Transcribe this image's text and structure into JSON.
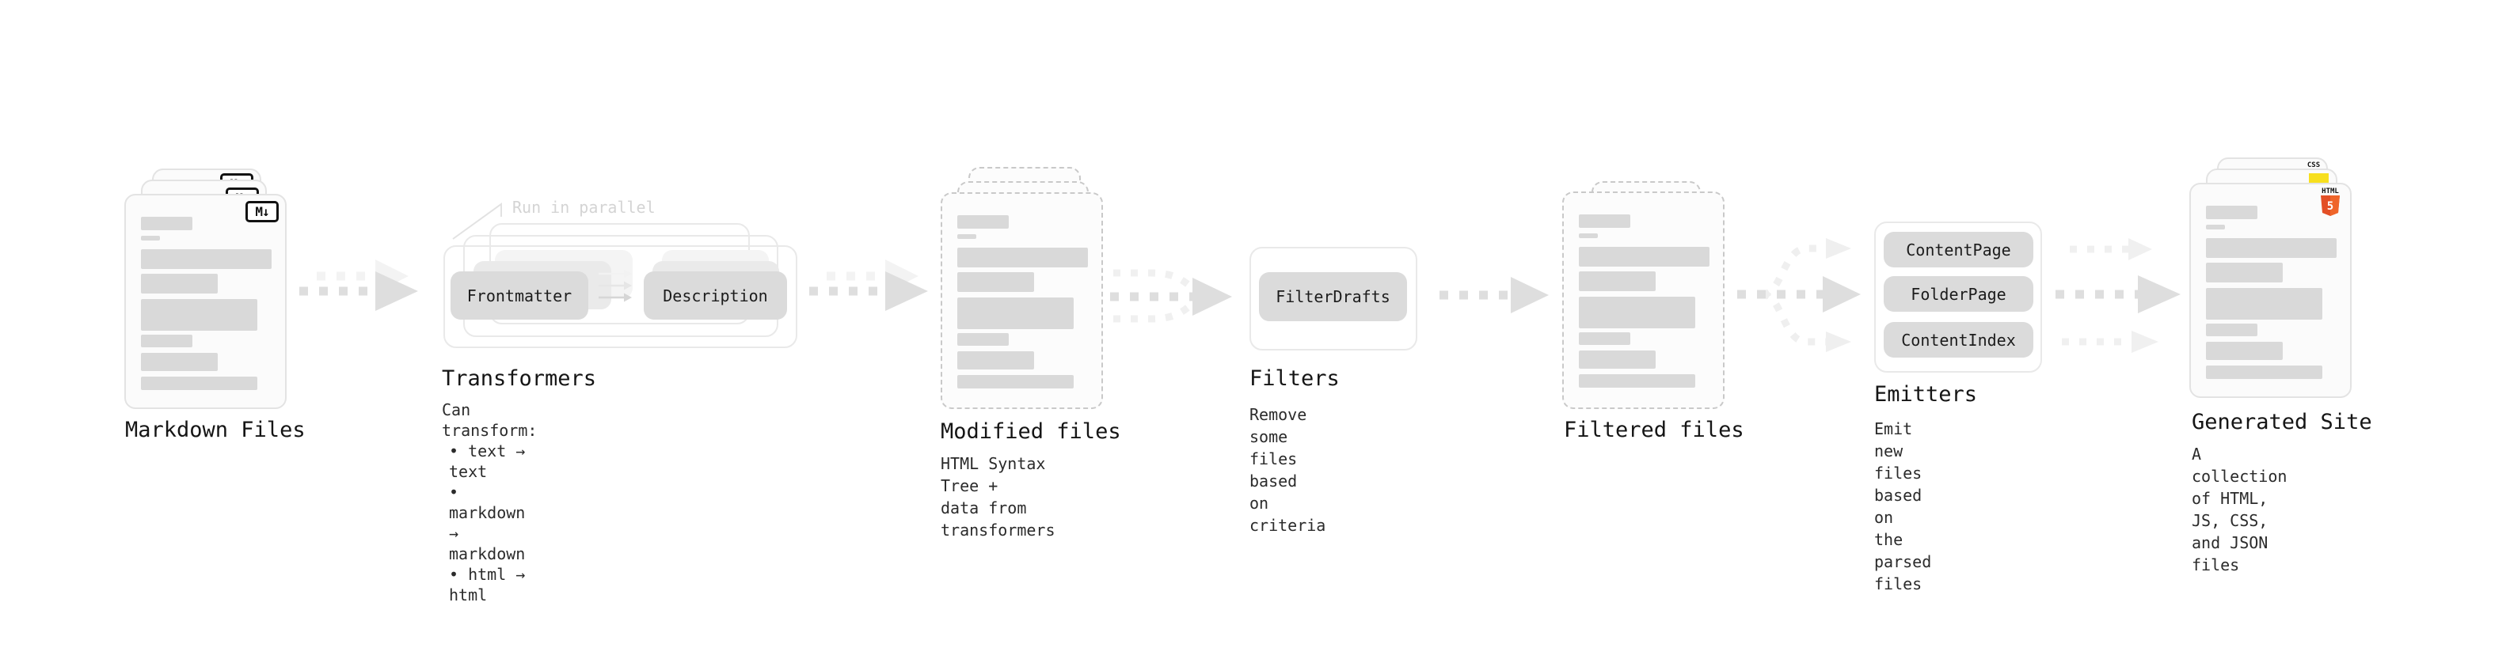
{
  "diagram": {
    "markdown_files": {
      "label": "Markdown Files",
      "badge": "M↓"
    },
    "transformers": {
      "annotation": "Run in parallel",
      "pill_left": "Frontmatter",
      "pill_right": "Description",
      "heading": "Transformers",
      "intro": "Can transform:",
      "bullets": [
        "• text → text",
        "• markdown → markdown",
        "• html → html"
      ]
    },
    "modified_files": {
      "heading": "Modified files",
      "description": "HTML Syntax Tree +\ndata from transformers"
    },
    "filters": {
      "pill": "FilterDrafts",
      "heading": "Filters",
      "description": "Remove some files based\non criteria"
    },
    "filtered_files": {
      "heading": "Filtered files"
    },
    "emitters": {
      "pills": [
        "ContentPage",
        "FolderPage",
        "ContentIndex"
      ],
      "heading": "Emitters",
      "description": "Emit new files based on\nthe parsed files"
    },
    "generated_site": {
      "heading": "Generated Site",
      "description": "A collection of HTML,\nJS, CSS, and JSON files",
      "css_badge": "CSS",
      "html_badge": "HTML",
      "html_badge_number": "5"
    },
    "colors": {
      "bar_gray": "#d9d9d9",
      "pill_gray": "#dbdbdb",
      "arrow_gray": "#dfdfdf",
      "arrow_ghost": "#f3f3f3",
      "html5_orange": "#e34f26",
      "html5_orange_light": "#ef652a",
      "js_yellow": "#f7df1e",
      "css_blue": "#2965f1"
    }
  }
}
